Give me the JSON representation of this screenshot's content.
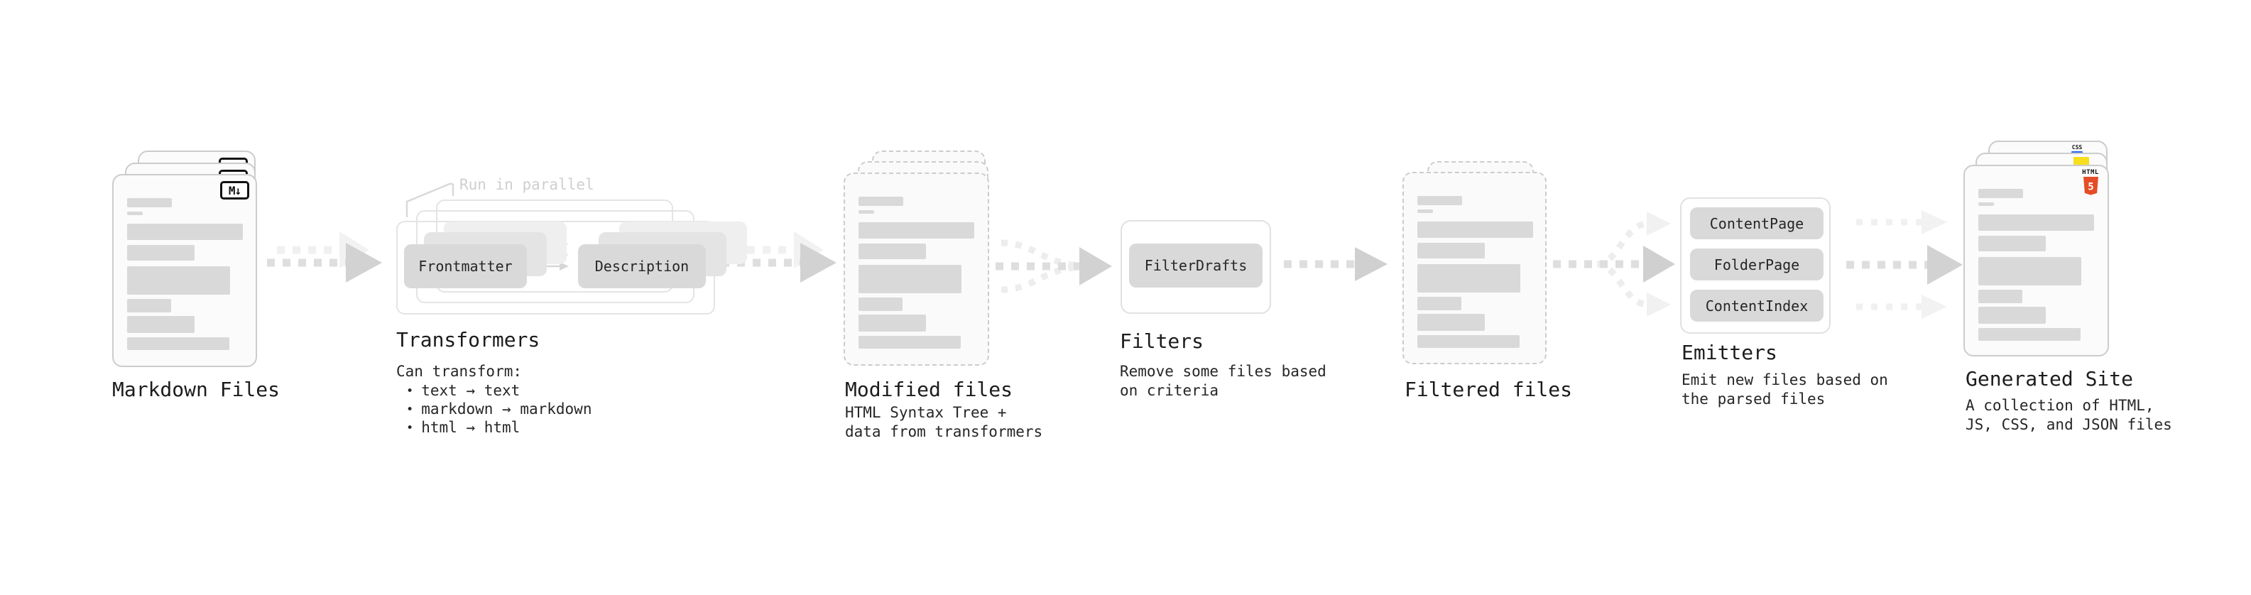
{
  "diagram": {
    "md_icon_label": "M↓",
    "bullet_char": "•",
    "colors": {
      "html5_orange": "#e44d26",
      "css_blue": "#2965f1",
      "js_yellow": "#f7df1e",
      "bar_gray": "#d9d9d9",
      "button_gray": "#d9d9d9"
    },
    "badges": {
      "css": "CSS",
      "html_label": "HTML",
      "html_number": "5"
    },
    "stages": [
      {
        "id": "markdown-files",
        "title": "Markdown Files"
      },
      {
        "id": "transformers",
        "title": "Transformers",
        "note": "Run in parallel",
        "desc_heading": "Can transform:",
        "bullets": [
          "text → text",
          "markdown → markdown",
          "html → html"
        ],
        "buttons": [
          "Frontmatter",
          "Description"
        ]
      },
      {
        "id": "modified-files",
        "title": "Modified files",
        "desc": [
          "HTML Syntax Tree +",
          "data from transformers"
        ]
      },
      {
        "id": "filters",
        "title": "Filters",
        "desc": [
          "Remove some files based",
          "on criteria"
        ],
        "buttons": [
          "FilterDrafts"
        ]
      },
      {
        "id": "filtered-files",
        "title": "Filtered files"
      },
      {
        "id": "emitters",
        "title": "Emitters",
        "desc": [
          "Emit new files based on",
          "the parsed files"
        ],
        "buttons": [
          "ContentPage",
          "FolderPage",
          "ContentIndex"
        ]
      },
      {
        "id": "generated-site",
        "title": "Generated Site",
        "desc": [
          "A collection of HTML,",
          "JS, CSS, and JSON files"
        ]
      }
    ]
  }
}
